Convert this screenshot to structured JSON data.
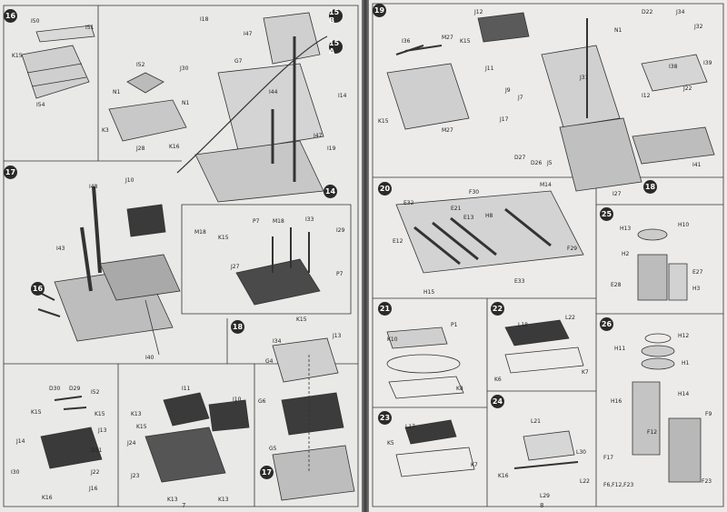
{
  "left_page": {
    "step16": {
      "number": "16",
      "labels": {
        "I50": "I50",
        "I51": "I51",
        "K15": "K15",
        "I54": "I54",
        "I52": "I52",
        "J30": "J30",
        "N1a": "N1",
        "N1b": "N1",
        "J28": "J28",
        "K3": "K3",
        "K16": "K16"
      }
    },
    "step15": {
      "badge_b": "15 B",
      "badge_a": "15 A",
      "labels": {
        "I18": "I18",
        "I47a": "I47",
        "G7": "G7",
        "I44": "I44",
        "I14": "I14",
        "I47b": "I47",
        "I19": "I19"
      }
    },
    "step14": {
      "badge": "14"
    },
    "step17": {
      "number": "17",
      "labels": {
        "J10": "J10",
        "I48": "I48",
        "I43": "I43",
        "I40": "I40"
      },
      "badge16": "16"
    },
    "subassy": {
      "labels": {
        "M18a": "M18",
        "M18b": "M18",
        "K15": "K15",
        "P7a": "P7",
        "P7b": "P7",
        "I33": "I33",
        "I29": "I29",
        "J27": "J27"
      }
    },
    "step18": {
      "number": "18",
      "labels": {
        "K15": "K15",
        "J13": "J13",
        "I34": "I34",
        "G4": "G4",
        "G6": "G6",
        "G5": "G5"
      },
      "badge17": "17"
    },
    "sub_left": {
      "labels": {
        "D30": "D30",
        "D29": "D29",
        "I52": "I52",
        "K15a": "K15",
        "K15b": "K15",
        "J14": "J14",
        "J13": "J13",
        "D31": "D31",
        "J22": "J22",
        "J16": "J16",
        "I30": "I30",
        "K16": "K16"
      }
    },
    "sub_mid": {
      "labels": {
        "I11": "I11",
        "K13a": "K13",
        "K15": "K15",
        "J24": "J24",
        "J23": "J23",
        "I10": "I10",
        "K13b": "K13",
        "K13c": "K13"
      }
    },
    "page_number": "7"
  },
  "right_page": {
    "step19": {
      "number": "19",
      "labels": {
        "J12": "J12",
        "I36": "I36",
        "M27a": "M27",
        "K15a": "K15",
        "J11": "J11",
        "J9": "J9",
        "J7": "J7",
        "J17": "J17",
        "D27": "D27",
        "D26": "D26",
        "J5": "J5",
        "K15b": "K15",
        "M27b": "M27",
        "D22": "D22",
        "J34": "J34",
        "J32": "J32",
        "I38": "I38",
        "I39": "I39",
        "N1": "N1",
        "J22": "J22",
        "I12": "I12",
        "I41": "I41",
        "I27": "I27",
        "J31": "J31"
      },
      "badge18": "18"
    },
    "step20": {
      "number": "20",
      "labels": {
        "E32": "E32",
        "E21": "E21",
        "E13": "E13",
        "F30": "F30",
        "M14": "M14",
        "E12": "E12",
        "H15": "H15",
        "E33": "E33",
        "F29": "F29",
        "H8": "H8"
      }
    },
    "step25": {
      "number": "25",
      "labels": {
        "H13": "H13",
        "H10": "H10",
        "H2": "H2",
        "E27": "E27",
        "E28": "E28",
        "H3": "H3"
      }
    },
    "step21": {
      "number": "21",
      "labels": {
        "P1": "P1",
        "K10": "K10",
        "K8": "K8"
      }
    },
    "step22": {
      "number": "22",
      "labels": {
        "L18": "L18",
        "L22": "L22",
        "K6": "K6",
        "K7": "K7"
      }
    },
    "step24": {
      "number": "24",
      "labels": {
        "L21": "L21",
        "K16": "K16",
        "L30": "L30",
        "L22": "L22",
        "L29": "L29"
      }
    },
    "step23": {
      "number": "23",
      "labels": {
        "L17": "L17",
        "K5": "K5",
        "K7": "K7"
      }
    },
    "step26": {
      "number": "26",
      "labels": {
        "H12": "H12",
        "H11": "H11",
        "H1": "H1",
        "H16": "H16",
        "H14": "H14",
        "F12": "F12",
        "F9": "F9",
        "F17": "F17",
        "F23": "F23",
        "F6F12F23": "F6,F12,F23"
      }
    },
    "page_number": "8"
  }
}
